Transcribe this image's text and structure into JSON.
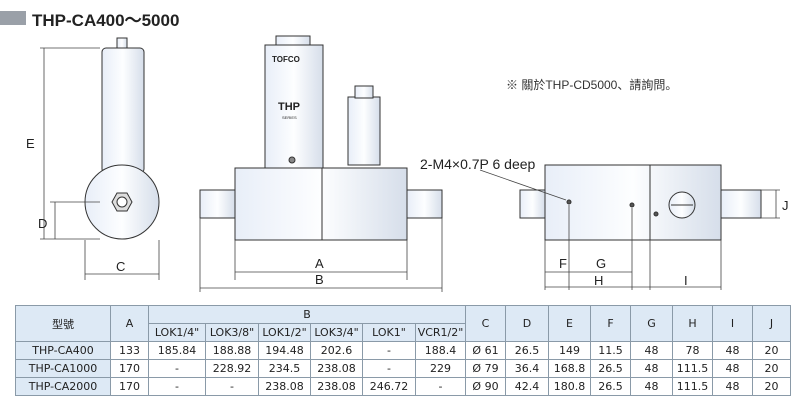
{
  "title": "THP-CA400～5000",
  "note": "※ 關於THP-CD5000、請詢問。",
  "thread_note": "2-M4×0.7P 6 deep",
  "logo": {
    "brand": "TOFCO",
    "model": "THP",
    "series": "SERIES"
  },
  "dims": {
    "A": "A",
    "B": "B",
    "C": "C",
    "D": "D",
    "E": "E",
    "F": "F",
    "G": "G",
    "H": "H",
    "I": "I",
    "J": "J"
  },
  "table": {
    "model_header": "型號",
    "a_header": "A",
    "b_header": "B",
    "b_sub": [
      "LOK1/4\"",
      "LOK3/8\"",
      "LOK1/2\"",
      "LOK3/4\"",
      "LOK1\"",
      "VCR1/2\""
    ],
    "other_headers": [
      "C",
      "D",
      "E",
      "F",
      "G",
      "H",
      "I",
      "J"
    ],
    "rows": [
      [
        "THP-CA400",
        "133",
        "185.84",
        "188.88",
        "194.48",
        "202.6",
        "-",
        "188.4",
        "Ø 61",
        "26.5",
        "149",
        "11.5",
        "48",
        "78",
        "48",
        "20"
      ],
      [
        "THP-CA1000",
        "170",
        "-",
        "228.92",
        "234.5",
        "238.08",
        "-",
        "229",
        "Ø 79",
        "36.4",
        "168.8",
        "26.5",
        "48",
        "111.5",
        "48",
        "20"
      ],
      [
        "THP-CA2000",
        "170",
        "-",
        "-",
        "238.08",
        "238.08",
        "246.72",
        "-",
        "Ø 90",
        "42.4",
        "180.8",
        "26.5",
        "48",
        "111.5",
        "48",
        "20"
      ]
    ]
  }
}
